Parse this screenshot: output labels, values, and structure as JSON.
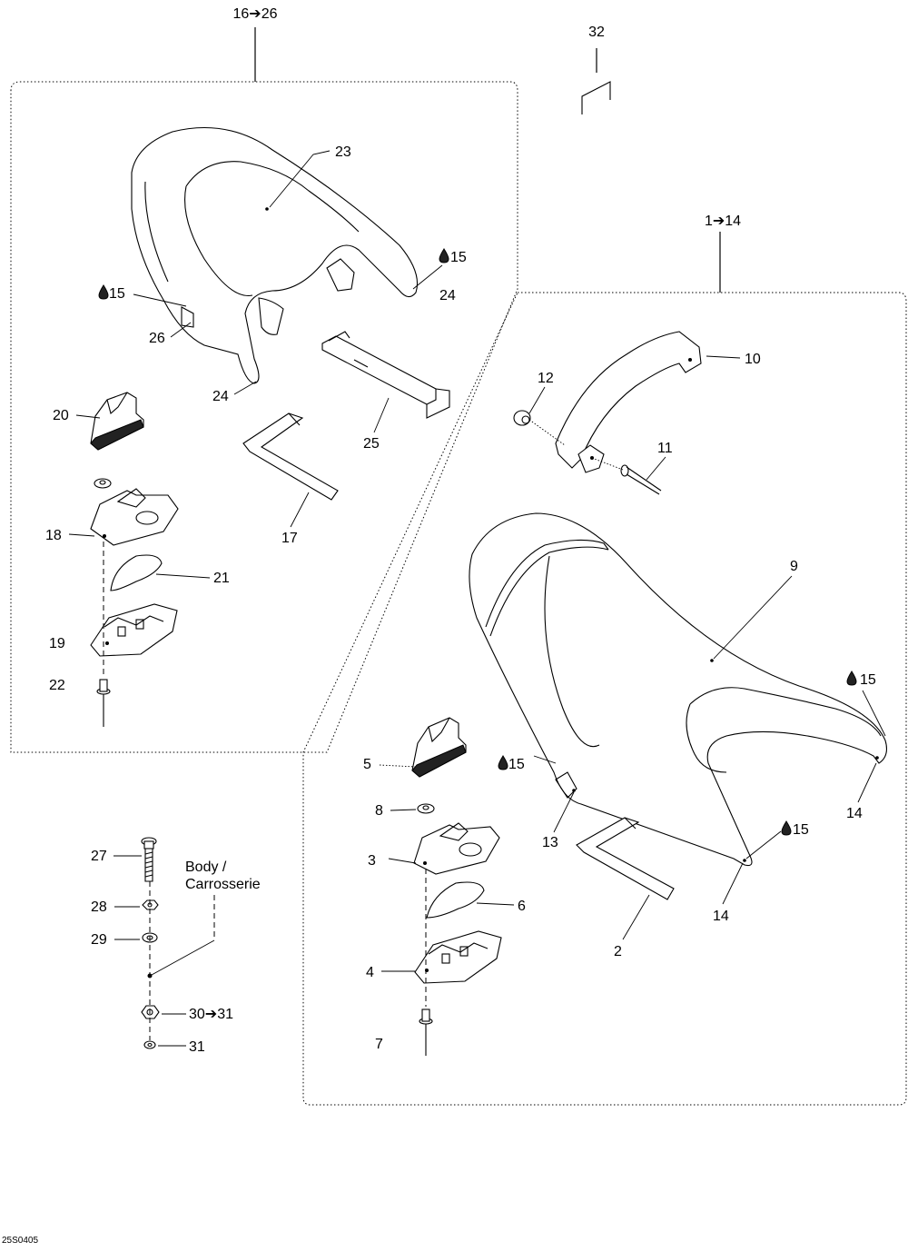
{
  "groups": {
    "rear_group": "16➔26",
    "front_group": "1➔14",
    "part_32": "32"
  },
  "callouts": {
    "c23": "23",
    "c15_rear_right": "15",
    "c24_right": "24",
    "c15_rear_left": "15",
    "c26": "26",
    "c24_left": "24",
    "c20": "20",
    "c25": "25",
    "c17": "17",
    "c18": "18",
    "c21": "21",
    "c19": "19",
    "c22": "22",
    "c10": "10",
    "c12": "12",
    "c11": "11",
    "c9": "9",
    "c15_front_right": "15",
    "c5": "5",
    "c15_front_left": "15",
    "c14_right": "14",
    "c8": "8",
    "c13": "13",
    "c15_front_mid": "15",
    "c3": "3",
    "c6": "6",
    "c14_mid": "14",
    "c2": "2",
    "c4": "4",
    "c7": "7",
    "c27": "27",
    "c28": "28",
    "c29": "29",
    "c30": "30➔31",
    "c31": "31"
  },
  "body_label": {
    "line1": "Body /",
    "line2": "Carrosserie"
  },
  "drawing_code": "25S0405"
}
